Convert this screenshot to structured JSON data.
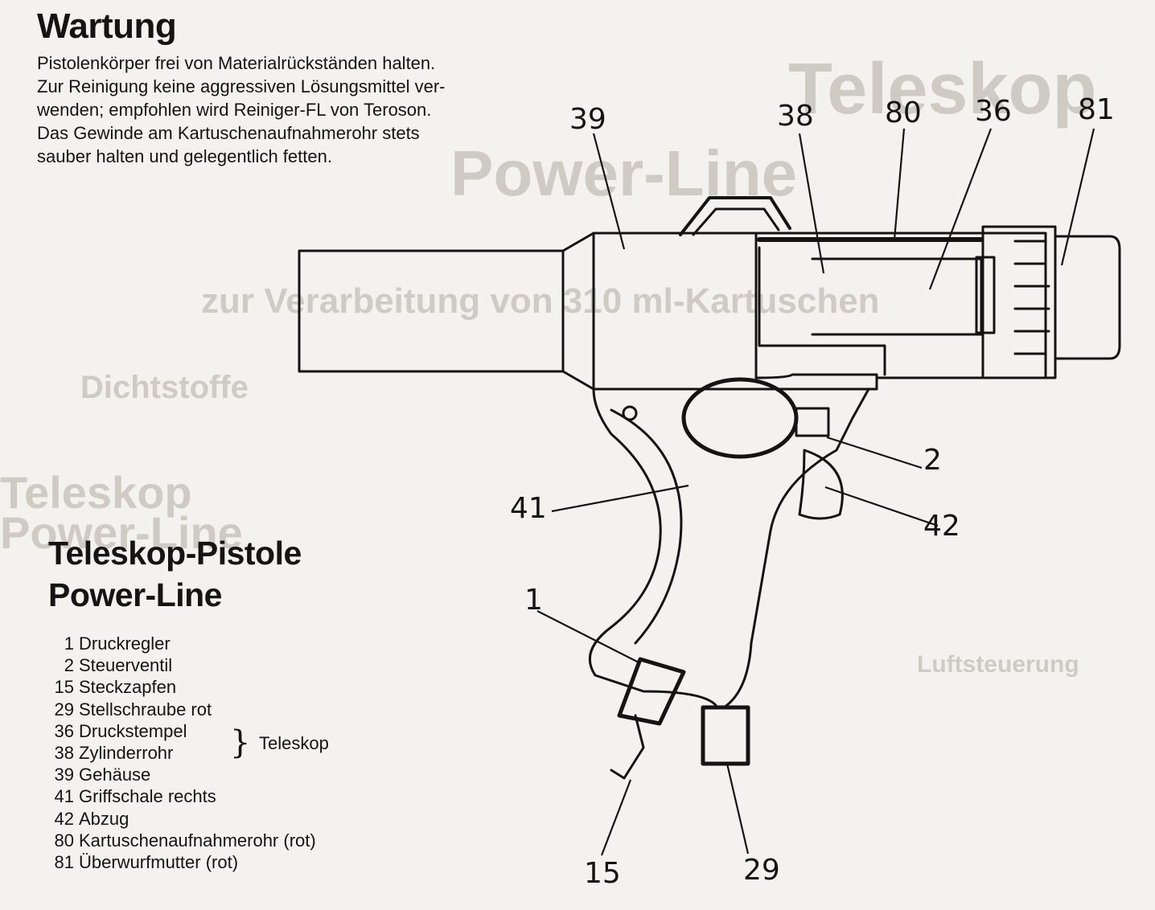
{
  "section": {
    "title": "Wartung",
    "paragraphs": [
      "Pistolenkörper frei von Materialrückständen halten.",
      "Zur Reinigung keine aggressiven Lösungsmittel ver-",
      "wenden; empfohlen wird Reiniger-FL von Teroson.",
      "Das Gewinde am Kartuschenaufnahmerohr stets",
      "sauber halten und gelegentlich fetten."
    ]
  },
  "product": {
    "title_line1": "Teleskop-Pistole",
    "title_line2": "Power-Line"
  },
  "parts": [
    {
      "num": "1",
      "name": "Druckregler"
    },
    {
      "num": "2",
      "name": "Steuerventil"
    },
    {
      "num": "15",
      "name": "Steckzapfen"
    },
    {
      "num": "29",
      "name": "Stellschraube rot"
    },
    {
      "num": "36",
      "name": "Druckstempel"
    },
    {
      "num": "38",
      "name": "Zylinderrohr"
    },
    {
      "num": "39",
      "name": "Gehäuse"
    },
    {
      "num": "41",
      "name": "Griffschale rechts"
    },
    {
      "num": "42",
      "name": "Abzug"
    },
    {
      "num": "80",
      "name": "Kartuschenaufnahmerohr (rot)"
    },
    {
      "num": "81",
      "name": "Überwurfmutter (rot)"
    }
  ],
  "group": {
    "label": "Teleskop"
  },
  "callouts": {
    "c39": "39",
    "c38": "38",
    "c80": "80",
    "c36": "36",
    "c81": "81",
    "c2": "2",
    "c42": "42",
    "c41": "41",
    "c1": "1",
    "c15": "15",
    "c29": "29"
  }
}
